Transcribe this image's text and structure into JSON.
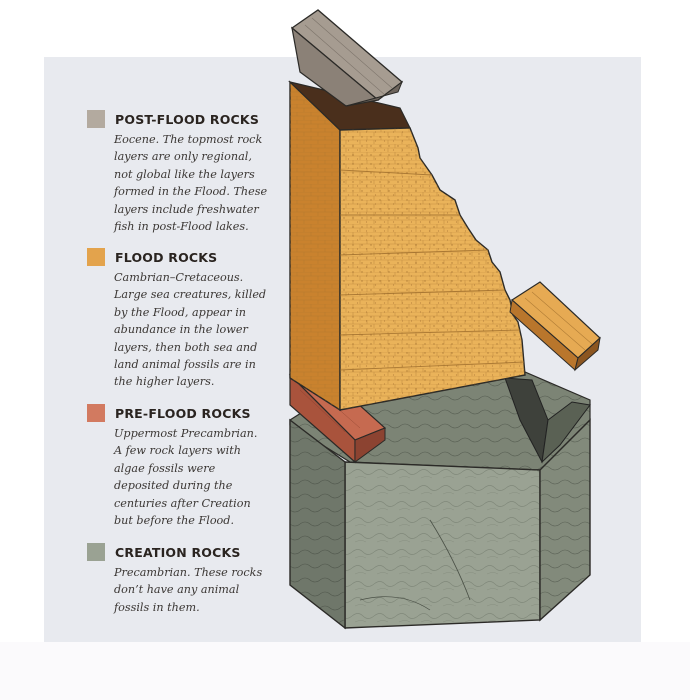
{
  "legend": [
    {
      "title": "POST-FLOOD ROCKS",
      "color": "#b3aa9f",
      "lines": [
        "Eocene. The topmost rock",
        "layers are only regional,",
        "not global like the layers",
        "formed in the Flood. These",
        "layers include freshwater",
        "fish in post-Flood lakes."
      ]
    },
    {
      "title": "FLOOD ROCKS",
      "color": "#e3a34c",
      "lines": [
        "Cambrian–Cretaceous.",
        "Large sea creatures, killed",
        "by the Flood, appear in",
        "abundance in the lower",
        "layers, then both sea and",
        "land animal fossils are in",
        "the higher layers."
      ]
    },
    {
      "title": "PRE-FLOOD ROCKS",
      "color": "#d27a60",
      "lines": [
        "Uppermost Precambrian.",
        "A few rock layers with",
        "algae fossils were",
        "deposited during the",
        "centuries after Creation",
        "but before the Flood."
      ]
    },
    {
      "title": "CREATION ROCKS",
      "color": "#9aa293",
      "lines": [
        "Precambrian. These rocks",
        "don’t have any animal",
        "fossils in them."
      ]
    }
  ],
  "colors": {
    "panel": "#e8eaef",
    "post_flood": "#b3aa9f",
    "flood": "#e3a34c",
    "pre_flood": "#d27a60",
    "creation": "#9aa293"
  }
}
